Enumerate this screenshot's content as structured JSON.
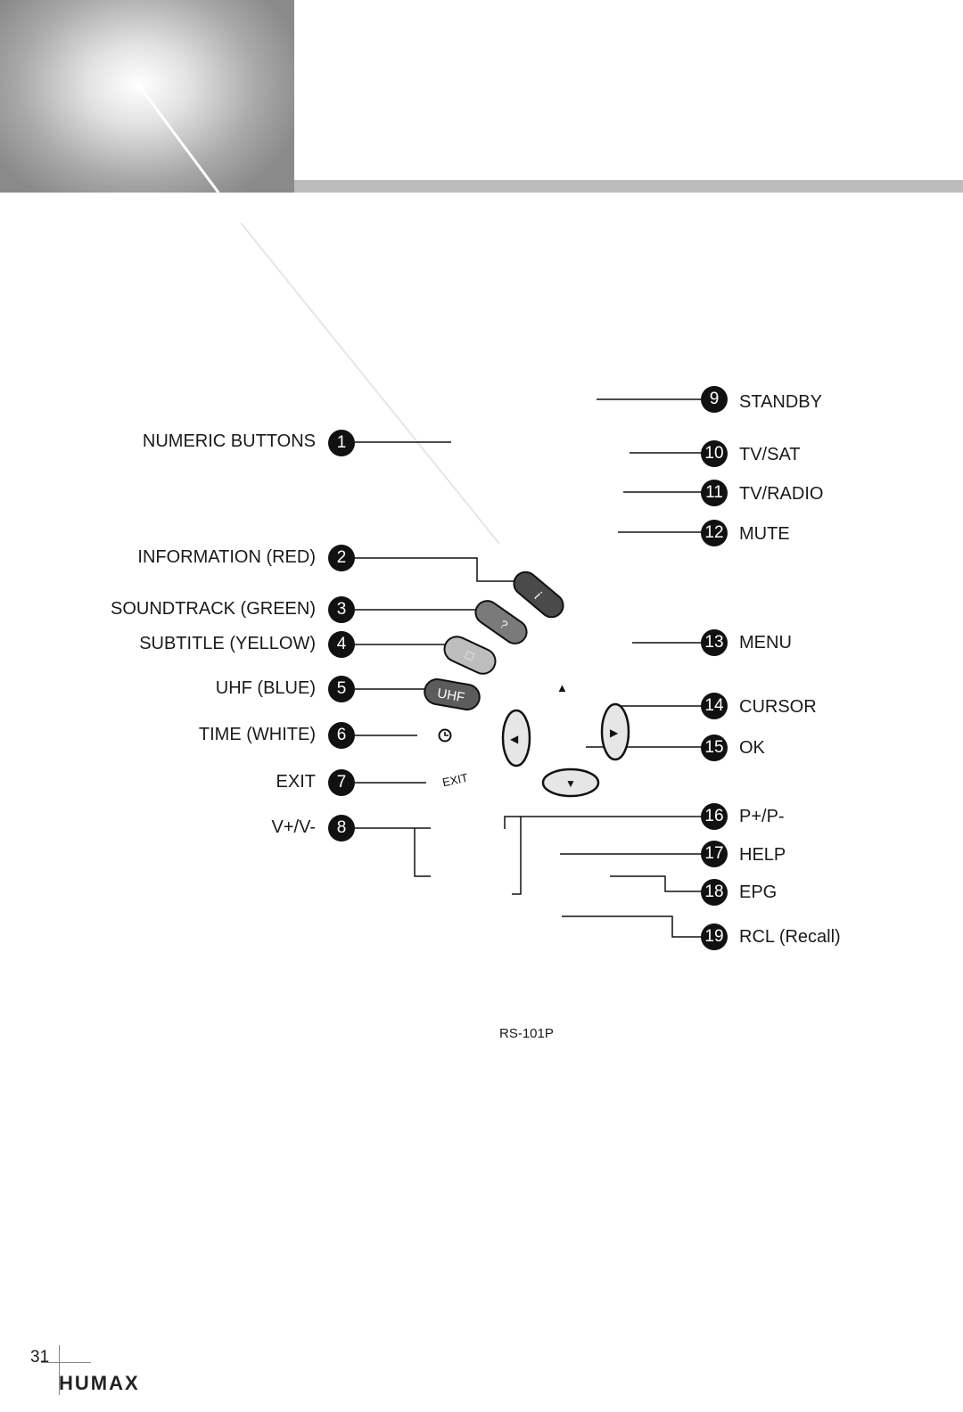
{
  "left_labels": [
    {
      "num": "1",
      "text": "NUMERIC BUTTONS"
    },
    {
      "num": "2",
      "text": "INFORMATION (RED)"
    },
    {
      "num": "3",
      "text": "SOUNDTRACK (GREEN)"
    },
    {
      "num": "4",
      "text": "SUBTITLE (YELLOW)"
    },
    {
      "num": "5",
      "text": "UHF (BLUE)"
    },
    {
      "num": "6",
      "text": "TIME (WHITE)"
    },
    {
      "num": "7",
      "text": "EXIT"
    },
    {
      "num": "8",
      "text": "V+/V-"
    }
  ],
  "right_labels": [
    {
      "num": "9",
      "text": "STANDBY"
    },
    {
      "num": "10",
      "text": "TV/SAT"
    },
    {
      "num": "11",
      "text": "TV/RADIO"
    },
    {
      "num": "12",
      "text": "MUTE"
    },
    {
      "num": "13",
      "text": "MENU"
    },
    {
      "num": "14",
      "text": "CURSOR"
    },
    {
      "num": "15",
      "text": "OK"
    },
    {
      "num": "16",
      "text": "P+/P-"
    },
    {
      "num": "17",
      "text": "HELP"
    },
    {
      "num": "18",
      "text": "EPG"
    },
    {
      "num": "19",
      "text": "RCL (Recall)"
    }
  ],
  "remote_buttons": {
    "info": "i",
    "sound": "?",
    "subtitle": "□",
    "uhf": "UHF",
    "exit": "EXIT",
    "up": "▲",
    "left": "◀",
    "right": "▶",
    "down": "▼"
  },
  "model": "RS-101P",
  "page_number": "31",
  "brand": "HUMAX"
}
